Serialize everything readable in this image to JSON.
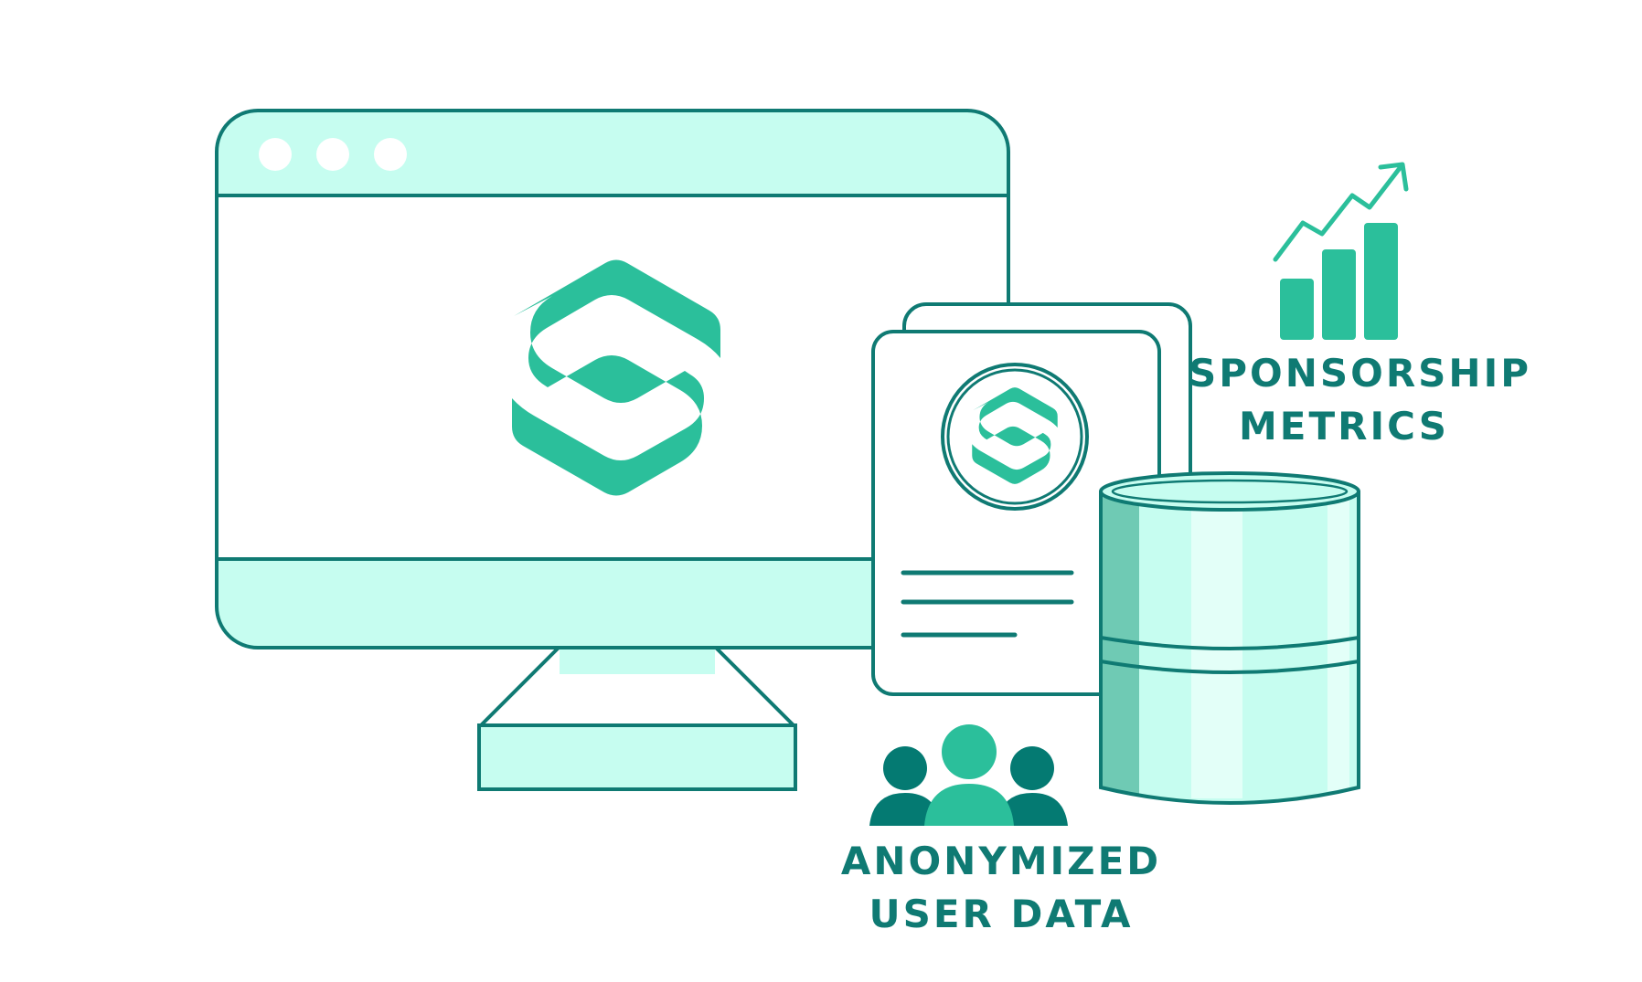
{
  "labels": {
    "metrics": [
      "SPONSORSHIP",
      "METRICS"
    ],
    "users": [
      "ANONYMIZED",
      "USER DATA"
    ]
  },
  "icons": {
    "monitor": "browser-window-icon",
    "brand_logo": "hexagon-s-logo-icon",
    "document": "document-icon",
    "database": "database-cylinder-icon",
    "chart": "bar-chart-trend-icon",
    "users": "user-group-icon"
  },
  "colors": {
    "outline": "#0f7a73",
    "fill_light": "#c6fdf0",
    "brand_green": "#2bbf9b",
    "dark_teal": "#047a72",
    "db_shade": "#6fcab4",
    "background": "#ffffff"
  }
}
